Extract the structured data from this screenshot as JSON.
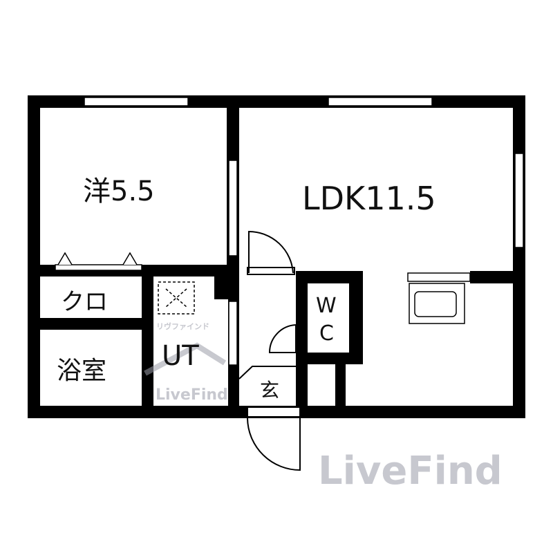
{
  "rooms": {
    "western_room": "洋5.5",
    "ldk": "LDK11.5",
    "closet": "クロ",
    "bathroom": "浴室",
    "utility": "UT",
    "toilet_w": "W",
    "toilet_c": "C",
    "entrance": "玄"
  },
  "watermark": {
    "brand": "LiveFind",
    "brand_small": "LiveFind",
    "katakana": "リヴファインド"
  },
  "colors": {
    "wall": "#000000",
    "watermark": "#9a9ca8"
  }
}
